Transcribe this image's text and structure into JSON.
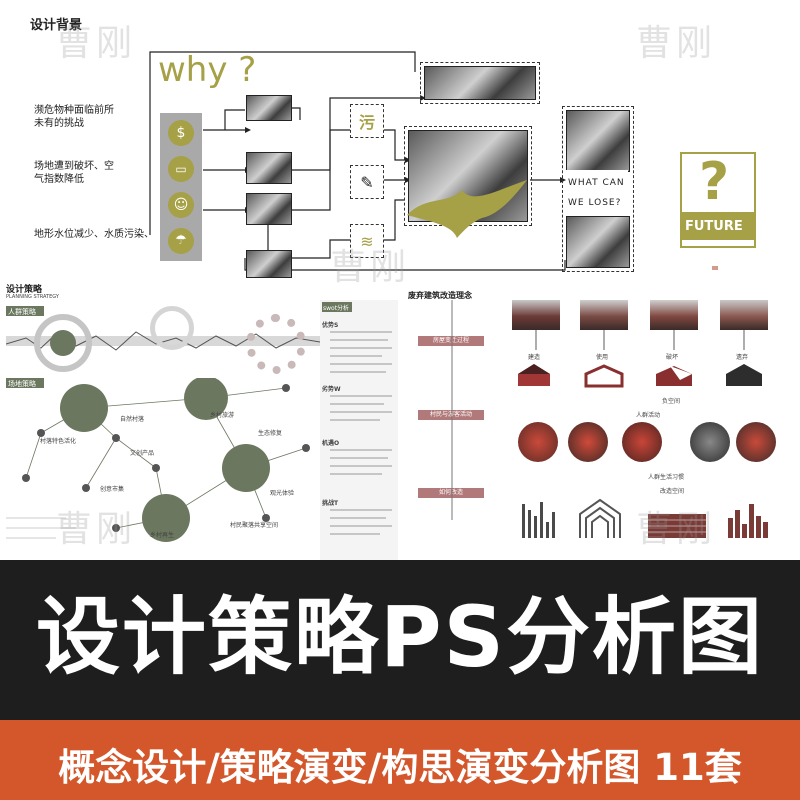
{
  "watermark": "曹刚",
  "top": {
    "heading": "设计背景",
    "why": "why ?",
    "left_labels": [
      "濒危物种面临前所未有的挑战",
      "场地遭到破坏、空气指数降低",
      "地形水位减少、水质污染、"
    ],
    "icon_symbols": [
      "$",
      "▭",
      "☺",
      "☂"
    ],
    "mid_symbols": [
      "污",
      "✎",
      "≋"
    ],
    "what_can": "WHAT CAN",
    "we_lose": "WE LOSE?",
    "question": "?",
    "future": "FUTURE"
  },
  "left_mid": {
    "heading": "设计策略",
    "heading_en": "PLANNING STRATEGY",
    "tag1": "人群策略",
    "tag2": "场地策略",
    "swot": "swot分析",
    "swot_items": [
      "优势S",
      "劣势W",
      "机遇O",
      "挑战T"
    ],
    "node_labels": [
      "村落特色活化",
      "自然村落",
      "乡村旅游",
      "文创产品",
      "创意市集",
      "生态修复",
      "村民聚落共享空间",
      "观光体验",
      "乡村再生"
    ]
  },
  "right_mid": {
    "heading": "废弃建筑改造理念",
    "tags": [
      "房屋变迁过程",
      "村民与游客活动",
      "如何改造"
    ],
    "house_labels": [
      "建造",
      "使用",
      "破坏",
      "遗弃"
    ],
    "label_space": "负空间",
    "label_people": "人群活动",
    "label_habit": "人群生活习惯",
    "label_change": "改造空间"
  },
  "banner": {
    "title": "设计策略PS分析图",
    "subtitle": "概念设计/策略演变/构思演变分析图 11套"
  },
  "colors": {
    "olive": "#a6a046",
    "green_dark": "#6b775f",
    "red_tag": "#b2797a",
    "orange_band": "#d4572b",
    "dark_bg": "#1e1e1e"
  }
}
